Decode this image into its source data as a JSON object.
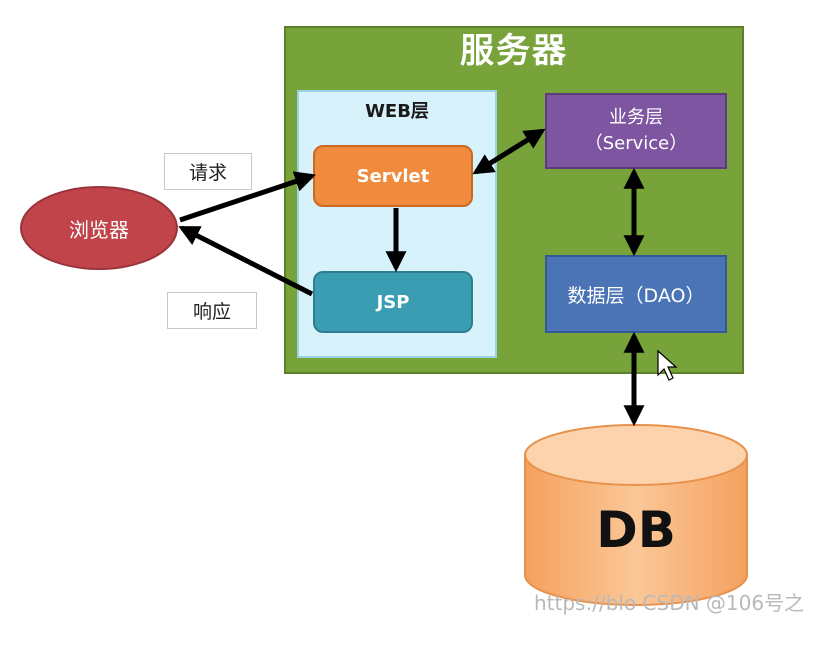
{
  "server": {
    "title": "服务器"
  },
  "web_layer": {
    "title": "WEB层",
    "servlet": "Servlet",
    "jsp": "JSP"
  },
  "service": {
    "line1": "业务层",
    "line2": "（Service）"
  },
  "dao": {
    "label": "数据层（DAO）"
  },
  "browser": {
    "label": "浏览器"
  },
  "request": {
    "label": "请求"
  },
  "response": {
    "label": "响应"
  },
  "db": {
    "label": "DB"
  },
  "watermark": "https://blo CSDN @106号之",
  "colors": {
    "server_green": "#77a33a",
    "web_light_blue": "#d7f2fb",
    "servlet_orange": "#f08a3d",
    "jsp_teal": "#3a9db2",
    "service_purple": "#7e55a0",
    "dao_blue": "#4a74b6",
    "browser_red": "#c0444a",
    "db_peach": "#f8b57f"
  }
}
